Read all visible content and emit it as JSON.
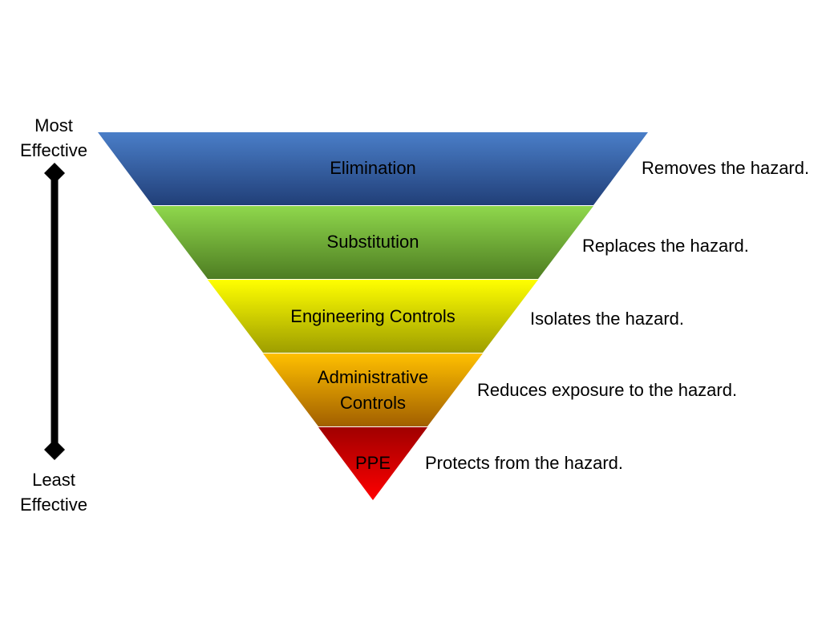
{
  "scale": {
    "top_label_line1": "Most",
    "top_label_line2": "Effective",
    "bottom_label_line1": "Least",
    "bottom_label_line2": "Effective"
  },
  "tiers": [
    {
      "label_lines": [
        "Elimination"
      ],
      "description": "Removes the hazard.",
      "color_top": "#4a7ec8",
      "color_bottom": "#213f78"
    },
    {
      "label_lines": [
        "Substitution"
      ],
      "description": "Replaces the hazard.",
      "color_top": "#8fd84c",
      "color_bottom": "#4e7d22"
    },
    {
      "label_lines": [
        "Engineering Controls"
      ],
      "description": "Isolates the hazard.",
      "color_top": "#ffff00",
      "color_bottom": "#9e9e00"
    },
    {
      "label_lines": [
        "Administrative",
        "Controls"
      ],
      "description": "Reduces exposure to the hazard.",
      "color_top": "#ffc000",
      "color_bottom": "#a15f00"
    },
    {
      "label_lines": [
        "PPE"
      ],
      "description": "Protects from the hazard.",
      "color_top": "#a00000",
      "color_bottom": "#ff0000"
    }
  ]
}
